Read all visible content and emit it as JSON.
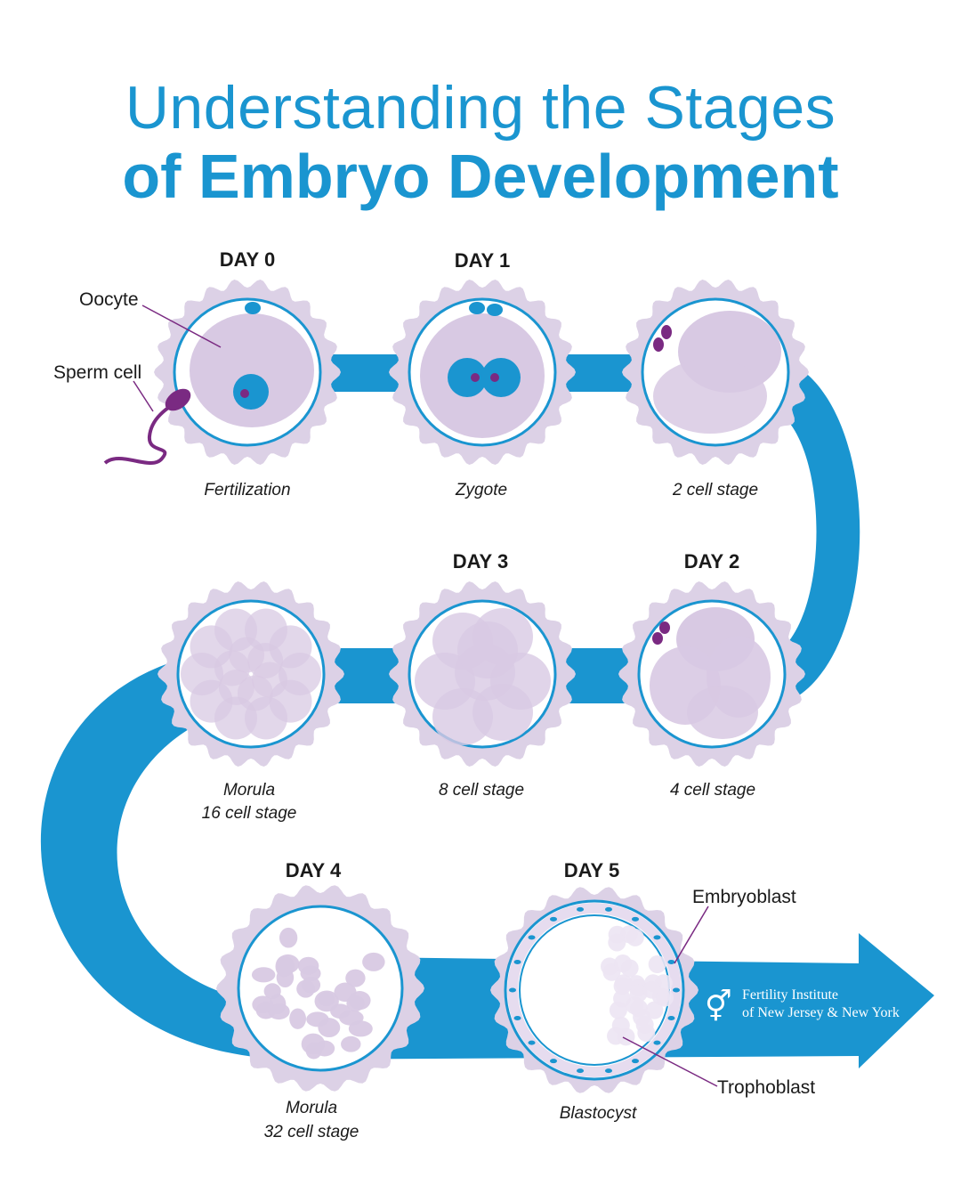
{
  "title": {
    "line1": "Understanding the Stages",
    "line2": "of Embryo Development"
  },
  "colors": {
    "path": "#1a95d0",
    "membrane": "#dcd1e6",
    "cell": "#d8c9e3",
    "nucleus": "#1a95d0",
    "pronucleus": "#7a2a82",
    "text": "#1a1a1a"
  },
  "stages": [
    {
      "day": "DAY 0",
      "caption1": "Fertilization",
      "caption2": ""
    },
    {
      "day": "DAY 1",
      "caption1": "Zygote",
      "caption2": ""
    },
    {
      "day": "",
      "caption1": "2 cell stage",
      "caption2": ""
    },
    {
      "day": "DAY 2",
      "caption1": "4 cell stage",
      "caption2": ""
    },
    {
      "day": "DAY 3",
      "caption1": "8 cell stage",
      "caption2": ""
    },
    {
      "day": "",
      "caption1": "Morula",
      "caption2": "16 cell stage"
    },
    {
      "day": "DAY 4",
      "caption1": "Morula",
      "caption2": "32 cell stage"
    },
    {
      "day": "DAY 5",
      "caption1": "Blastocyst",
      "caption2": ""
    }
  ],
  "callouts": {
    "oocyte": "Oocyte",
    "sperm": "Sperm cell",
    "embryoblast": "Embryoblast",
    "trophoblast": "Trophoblast"
  },
  "brand": {
    "symbol": "⚥",
    "line1": "Fertility Institute",
    "line2": "of New Jersey & New York"
  }
}
